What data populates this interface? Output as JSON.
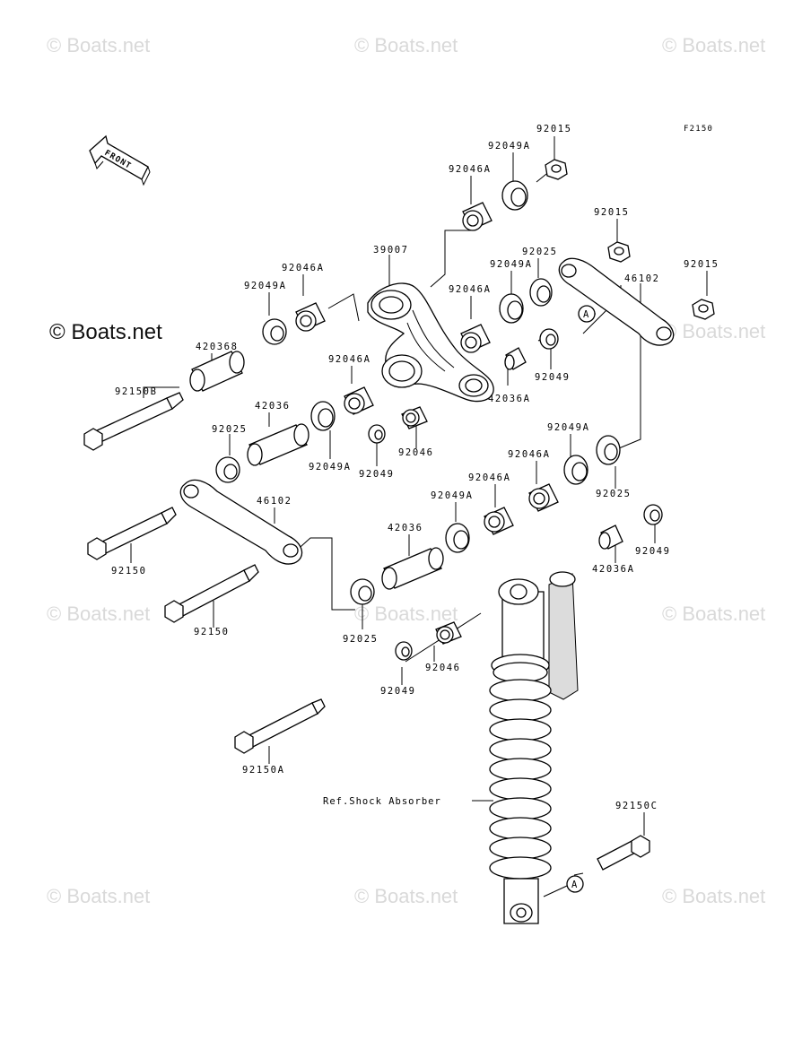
{
  "figure_code": "F2150",
  "watermark": "© Boats.net",
  "copyright": "© Boats.net",
  "front_arrow": "FRONT",
  "callout_marker": "A",
  "reference_label": "Ref.Shock Absorber",
  "part_labels": {
    "p92015_top": "92015",
    "p92049A_top": "92049A",
    "p92046A_top": "92046A",
    "p92015_right1": "92015",
    "p92015_right2": "92015",
    "p39007": "39007",
    "p92025_upper": "92025",
    "p92049A_upper": "92049A",
    "p46102_right": "46102",
    "p92046A_left": "92046A",
    "p92049A_left": "92049A",
    "p420368": "420368",
    "p92046A_mid": "92046A",
    "p92049_mid": "92049",
    "p42036A_mid": "42036A",
    "p92150B": "92150B",
    "p92046A_lower": "92046A",
    "p42036_left": "42036",
    "p92025_left": "92025",
    "p92049A_low": "92049A",
    "p92049_low": "92049",
    "p92046_mid": "92046",
    "p92049A_right": "92049A",
    "p92046A_right": "92046A",
    "p92046A_right2": "92046A",
    "p92025_right": "92025",
    "p46102_left": "46102",
    "p92049A_lower2": "92049A",
    "p42036_center": "42036",
    "p92150_1": "92150",
    "p92150_2": "92150",
    "p92025_bottom": "92025",
    "p92046_bottom": "92046",
    "p92049_bottom": "92049",
    "p42036A_right": "42036A",
    "p92049_right": "92049",
    "p92150A": "92150A",
    "p92150C": "92150C"
  }
}
